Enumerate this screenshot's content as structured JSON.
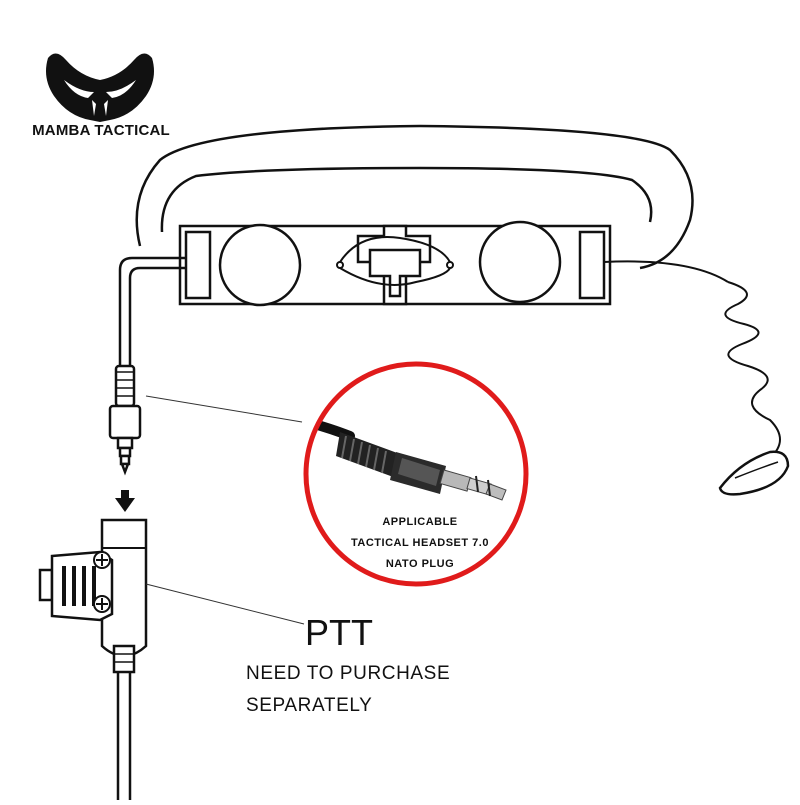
{
  "brand": {
    "name": "MAMBA TACTICAL",
    "logo_icon": "snake-head-icon"
  },
  "inset": {
    "line1": "APPLICABLE",
    "line2": "TACTICAL HEADSET 7.0",
    "line3": "NATO PLUG",
    "ring_color": "#e01b1b"
  },
  "ptt": {
    "title": "PTT",
    "note_line1": "NEED TO PURCHASE",
    "note_line2": "SEPARATELY"
  }
}
